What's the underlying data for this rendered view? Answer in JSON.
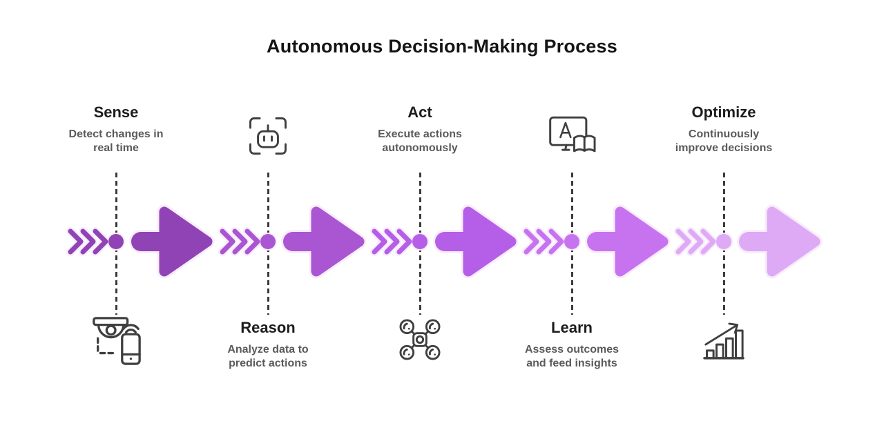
{
  "title": "Autonomous Decision-Making Process",
  "stages": [
    {
      "name": "Sense",
      "lines": [
        "Detect changes in",
        "real time"
      ],
      "color": "#9043b4",
      "icon": "security-camera-phone-icon",
      "layout": "label-top"
    },
    {
      "name": "Reason",
      "lines": [
        "Analyze data to",
        "predict actions"
      ],
      "color": "#aa55d2",
      "icon": "robot-scan-icon",
      "layout": "label-bottom"
    },
    {
      "name": "Act",
      "lines": [
        "Execute actions",
        "autonomously"
      ],
      "color": "#b55ee8",
      "icon": "drone-icon",
      "layout": "label-top"
    },
    {
      "name": "Learn",
      "lines": [
        "Assess outcomes",
        "and feed insights"
      ],
      "color": "#c773f0",
      "icon": "monitor-book-icon",
      "layout": "label-bottom"
    },
    {
      "name": "Optimize",
      "lines": [
        "Continuously",
        "improve decisions"
      ],
      "color": "#deaaf5",
      "icon": "growth-chart-icon",
      "layout": "label-top"
    }
  ],
  "flow": {
    "halo_color": "#f8ecfc",
    "connector_color": "#3a3a3a",
    "icon_stroke_color": "#3f3f3f"
  }
}
